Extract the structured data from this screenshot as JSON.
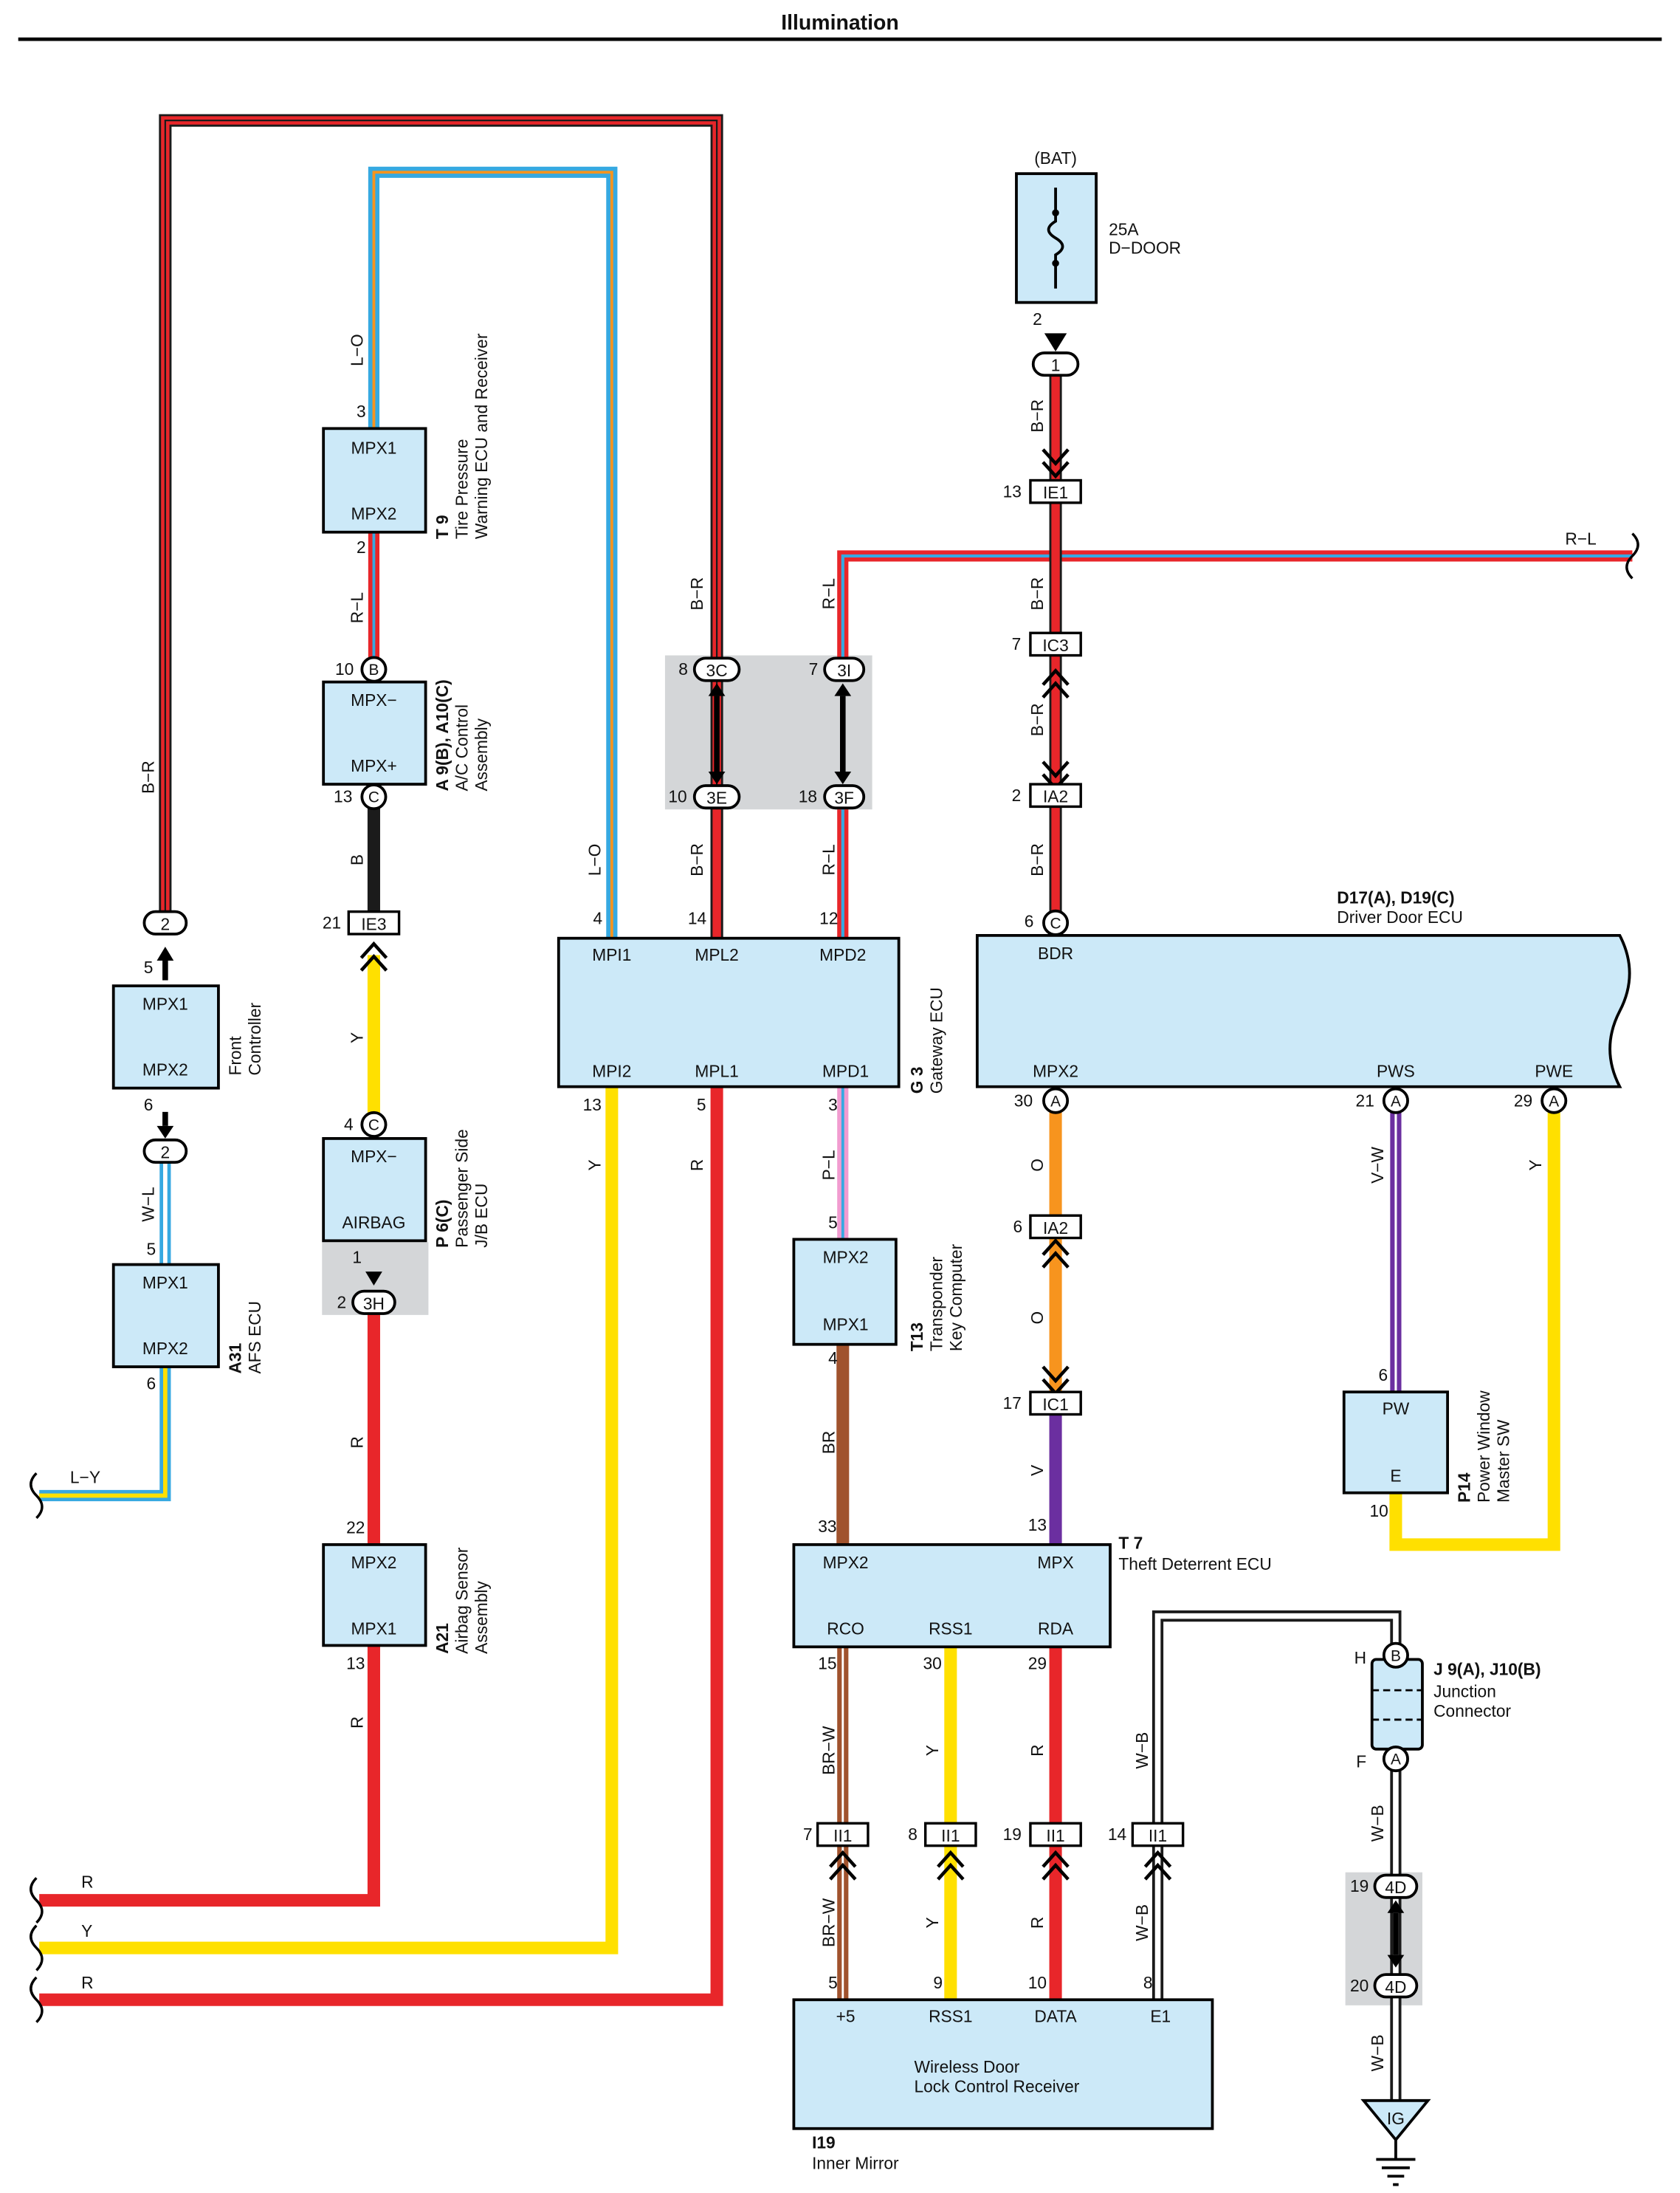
{
  "title": "Illumination",
  "colors": {
    "ecu_fill": "#cce9f8",
    "gray_box": "#d4d6d8",
    "R": "#e8262a",
    "B": "#1b1b1b",
    "L": "#36a9e1",
    "O": "#f7941e",
    "Y": "#ffe000",
    "W": "#ffffff",
    "V": "#6b2fa0",
    "BR": "#a0522d",
    "P": "#f19bd0"
  },
  "components": {
    "tire_pressure": {
      "id": "T 9",
      "name": "Tire Pressure",
      "name2": "Warning ECU and Receiver",
      "t1": "MPX1",
      "t2": "MPX2"
    },
    "ac_control": {
      "id": "A 9(B), A10(C)",
      "name": "A/C Control",
      "name2": "Assembly",
      "t1": "MPX−",
      "t2": "MPX+"
    },
    "front_controller": {
      "name": "Front",
      "name2": "Controller",
      "t1": "MPX1",
      "t2": "MPX2"
    },
    "afs_ecu": {
      "id": "A31",
      "name": "AFS ECU",
      "t1": "MPX1",
      "t2": "MPX2"
    },
    "passenger_jb": {
      "id": "P 6(C)",
      "name": "Passenger Side",
      "name2": "J/B ECU",
      "t1": "MPX−",
      "t2": "AIRBAG"
    },
    "airbag_sensor": {
      "id": "A21",
      "name": "Airbag Sensor",
      "name2": "Assembly",
      "t1": "MPX2",
      "t2": "MPX1"
    },
    "gateway_ecu": {
      "id": "G 3",
      "name": "Gateway ECU",
      "t_mpi1": "MPI1",
      "t_mpl2": "MPL2",
      "t_mpd2": "MPD2",
      "t_mpi2": "MPI2",
      "t_mpl1": "MPL1",
      "t_mpd1": "MPD1"
    },
    "transponder": {
      "id": "T13",
      "name": "Transponder",
      "name2": "Key Computer",
      "t1": "MPX2",
      "t2": "MPX1"
    },
    "driver_door": {
      "id": "D17(A), D19(C)",
      "name": "Driver Door ECU",
      "t_bdr": "BDR",
      "t_mpx2": "MPX2",
      "t_pws": "PWS",
      "t_pwe": "PWE"
    },
    "power_window": {
      "id": "P14",
      "name": "Power Window",
      "name2": "Master SW",
      "t1": "PW",
      "t2": "E"
    },
    "theft_deterrent": {
      "id": "T 7",
      "name": "Theft Deterrent ECU",
      "t_mpx2": "MPX2",
      "t_mpx": "MPX",
      "t_rco": "RCO",
      "t_rss1": "RSS1",
      "t_rda": "RDA"
    },
    "junction": {
      "id": "J 9(A), J10(B)",
      "name": "Junction",
      "name2": "Connector",
      "pin_h": "H",
      "pin_f": "F"
    },
    "wireless_door": {
      "id": "I19",
      "name": "Inner Mirror",
      "t_p5": "+5",
      "t_rss1": "RSS1",
      "t_data": "DATA",
      "t_e1": "E1",
      "body1": "Wireless Door",
      "body2": "Lock Control Receiver"
    },
    "fuse": {
      "source": "(BAT)",
      "rating": "25A",
      "name": "D−DOOR"
    },
    "ground": "IG"
  },
  "connectors": {
    "ie1": "IE1",
    "ic3": "IC3",
    "ia2": "IA2",
    "ie3": "IE3",
    "ic1": "IC1",
    "ii1": "II1",
    "c3c": "3C",
    "c3e": "3E",
    "c3i": "3I",
    "c3f": "3F",
    "c3h": "3H",
    "c4d": "4D",
    "pa": "A",
    "pb": "B",
    "pc": "C",
    "p1": "1",
    "p2": "2"
  },
  "wires": {
    "BR": "B−R",
    "LO": "L−O",
    "RL": "R−L",
    "B": "B",
    "Y": "Y",
    "WL": "W−L",
    "LY": "L−Y",
    "R": "R",
    "PL": "P−L",
    "O": "O",
    "V": "V",
    "VW": "V−W",
    "BRc": "BR",
    "BRW": "BR−W",
    "WB": "W−B"
  },
  "pins": {
    "n1": "1",
    "n2": "2",
    "n3": "3",
    "n4": "4",
    "n5": "5",
    "n6": "6",
    "n7": "7",
    "n8": "8",
    "n9": "9",
    "n10": "10",
    "n12": "12",
    "n13": "13",
    "n14": "14",
    "n15": "15",
    "n17": "17",
    "n18": "18",
    "n19": "19",
    "n20": "20",
    "n21": "21",
    "n22": "22",
    "n29": "29",
    "n30": "30",
    "n33": "33"
  }
}
